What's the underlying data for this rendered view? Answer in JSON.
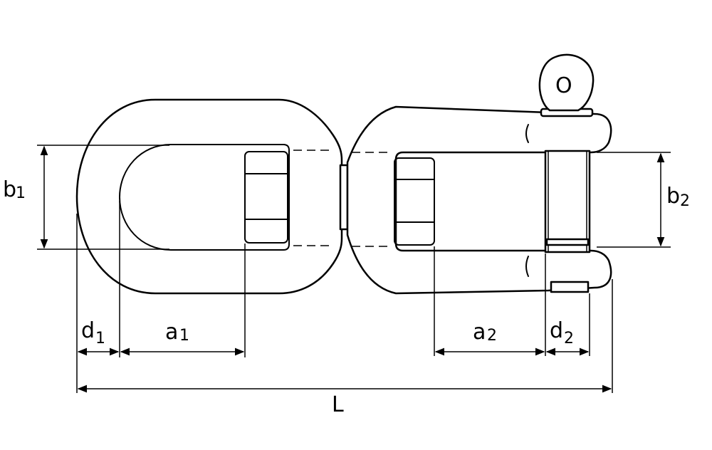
{
  "labels": {
    "b1": {
      "main": "b",
      "sub": "1"
    },
    "b2": {
      "main": "b",
      "sub": "2"
    },
    "d1": {
      "main": "d",
      "sub": "1"
    },
    "a1": {
      "main": "a",
      "sub": "1"
    },
    "a2": {
      "main": "a",
      "sub": "2"
    },
    "d2": {
      "main": "d",
      "sub": "2"
    },
    "L": "L",
    "pin": "O"
  },
  "colors": {
    "line": "#000000",
    "background": "#ffffff"
  }
}
